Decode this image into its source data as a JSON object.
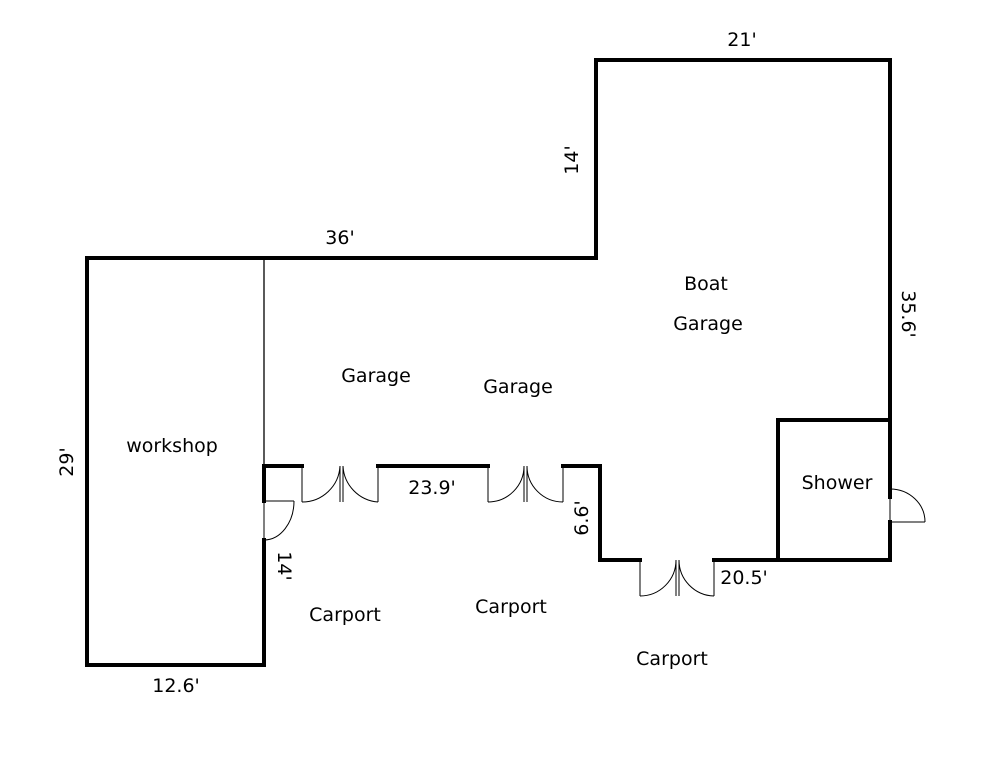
{
  "rooms": {
    "workshop": "workshop",
    "garage_1": "Garage",
    "garage_2": "Garage",
    "boat_line1": "Boat",
    "boat_line2": "Garage",
    "shower": "Shower",
    "carport_1": "Carport",
    "carport_2": "Carport",
    "carport_3": "Carport"
  },
  "dimensions": {
    "top_boat": "21'",
    "boat_left": "14'",
    "top_main": "36'",
    "right_side": "35.6'",
    "left_side": "29'",
    "mid_front": "23.9'",
    "step": "6.6'",
    "workshop_front": "14'",
    "front_right": "20.5'",
    "bottom": "12.6'"
  }
}
